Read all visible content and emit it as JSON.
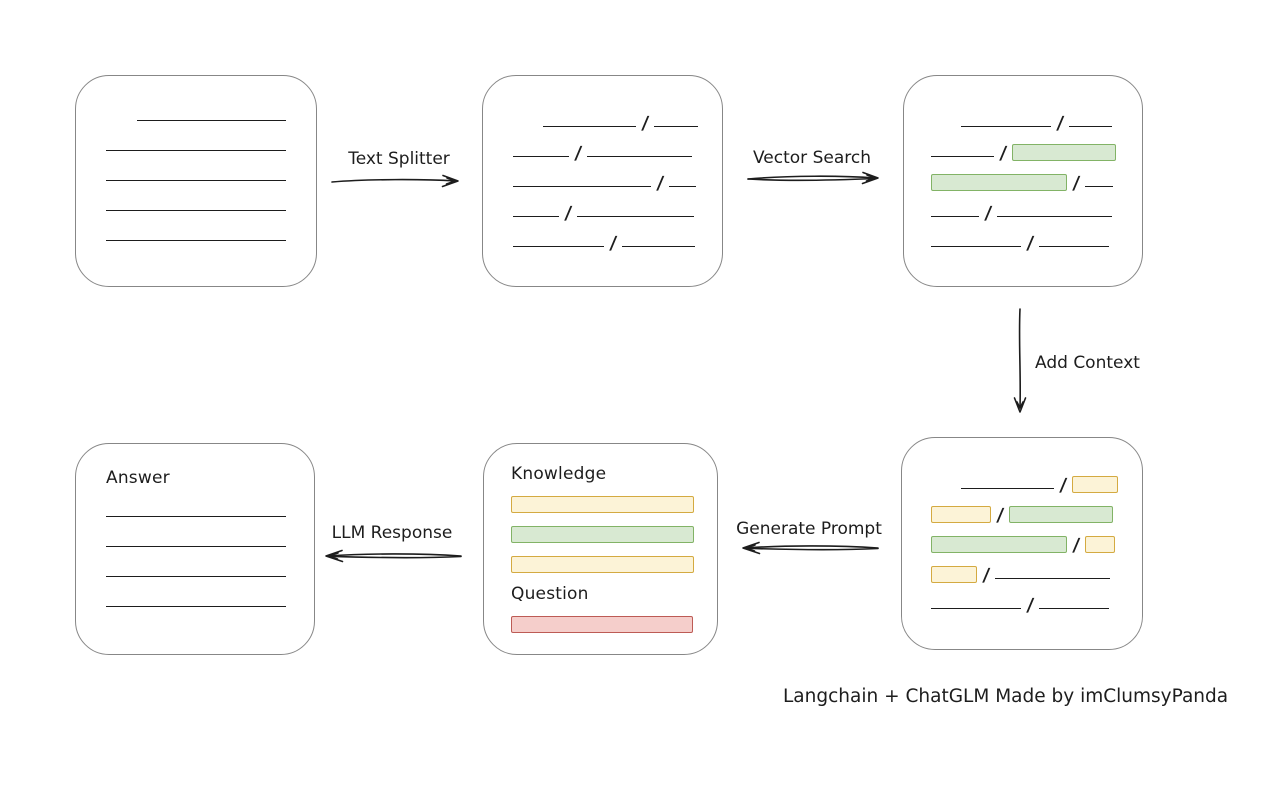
{
  "colors": {
    "ink": "#1d1d1d",
    "box_border": "#878787",
    "green_fill": "#d8e9d2",
    "green_border": "#82b366",
    "yellow_fill": "#fcf3d7",
    "yellow_border": "#d4aa41",
    "red_fill": "#f5cecb",
    "red_border": "#bd5b55"
  },
  "footer": {
    "credit": "Langchain + ChatGLM Made by imClumsyPanda"
  },
  "arrows": {
    "text_splitter": {
      "label": "Text Splitter",
      "direction": "right"
    },
    "vector_search": {
      "label": "Vector Search",
      "direction": "right"
    },
    "add_context": {
      "label": "Add Context",
      "direction": "down"
    },
    "generate_prompt": {
      "label": "Generate Prompt",
      "direction": "left"
    },
    "llm_response": {
      "label": "LLM Response",
      "direction": "left"
    }
  },
  "boxes": {
    "source_document": {
      "rows": [
        [
          {
            "t": "gap",
            "w": 31
          },
          {
            "t": "line",
            "w": 149
          }
        ],
        [
          {
            "t": "line",
            "w": 180
          }
        ],
        [
          {
            "t": "line",
            "w": 180
          }
        ],
        [
          {
            "t": "line",
            "w": 180
          }
        ],
        [
          {
            "t": "line",
            "w": 180
          }
        ]
      ]
    },
    "split_chunks": {
      "rows": [
        [
          {
            "t": "gap",
            "w": 30
          },
          {
            "t": "line",
            "w": 93
          },
          {
            "t": "slash"
          },
          {
            "t": "line",
            "w": 44
          }
        ],
        [
          {
            "t": "line",
            "w": 56
          },
          {
            "t": "slash"
          },
          {
            "t": "line",
            "w": 105
          }
        ],
        [
          {
            "t": "line",
            "w": 138
          },
          {
            "t": "slash"
          },
          {
            "t": "line",
            "w": 27
          }
        ],
        [
          {
            "t": "line",
            "w": 46
          },
          {
            "t": "slash"
          },
          {
            "t": "line",
            "w": 117
          }
        ],
        [
          {
            "t": "line",
            "w": 91
          },
          {
            "t": "slash"
          },
          {
            "t": "line",
            "w": 73
          }
        ]
      ]
    },
    "vector_matches": {
      "rows": [
        [
          {
            "t": "gap",
            "w": 30
          },
          {
            "t": "line",
            "w": 90
          },
          {
            "t": "slash"
          },
          {
            "t": "line",
            "w": 43
          }
        ],
        [
          {
            "t": "line",
            "w": 63
          },
          {
            "t": "slash"
          },
          {
            "t": "chip",
            "c": "green",
            "w": 104
          }
        ],
        [
          {
            "t": "chip",
            "c": "green",
            "w": 136
          },
          {
            "t": "slash"
          },
          {
            "t": "line",
            "w": 28
          }
        ],
        [
          {
            "t": "line",
            "w": 48
          },
          {
            "t": "slash"
          },
          {
            "t": "line",
            "w": 115
          }
        ],
        [
          {
            "t": "line",
            "w": 90
          },
          {
            "t": "slash"
          },
          {
            "t": "line",
            "w": 70
          }
        ]
      ]
    },
    "context_chunks": {
      "rows": [
        [
          {
            "t": "gap",
            "w": 30
          },
          {
            "t": "line",
            "w": 93
          },
          {
            "t": "slash"
          },
          {
            "t": "chip",
            "c": "yellow",
            "w": 46
          }
        ],
        [
          {
            "t": "chip",
            "c": "yellow",
            "w": 60
          },
          {
            "t": "slash"
          },
          {
            "t": "chip",
            "c": "green",
            "w": 104
          }
        ],
        [
          {
            "t": "chip",
            "c": "green",
            "w": 136
          },
          {
            "t": "slash"
          },
          {
            "t": "chip",
            "c": "yellow",
            "w": 30
          }
        ],
        [
          {
            "t": "chip",
            "c": "yellow",
            "w": 46
          },
          {
            "t": "slash"
          },
          {
            "t": "line",
            "w": 115
          }
        ],
        [
          {
            "t": "line",
            "w": 90
          },
          {
            "t": "slash"
          },
          {
            "t": "line",
            "w": 70
          }
        ]
      ]
    },
    "prompt": {
      "rows": [
        [
          {
            "t": "text",
            "v": "Knowledge"
          }
        ],
        [
          {
            "t": "bar",
            "c": "yellow",
            "w": 183
          }
        ],
        [
          {
            "t": "bar",
            "c": "green",
            "w": 183
          }
        ],
        [
          {
            "t": "bar",
            "c": "yellow",
            "w": 183
          }
        ],
        [
          {
            "t": "text",
            "v": "Question"
          }
        ],
        [
          {
            "t": "bar",
            "c": "red",
            "w": 182
          }
        ]
      ]
    },
    "answer": {
      "rows": [
        [
          {
            "t": "text",
            "v": "Answer"
          }
        ],
        [
          {
            "t": "line",
            "w": 180
          }
        ],
        [
          {
            "t": "line",
            "w": 180
          }
        ],
        [
          {
            "t": "line",
            "w": 180
          }
        ],
        [
          {
            "t": "line",
            "w": 180
          }
        ]
      ]
    }
  }
}
